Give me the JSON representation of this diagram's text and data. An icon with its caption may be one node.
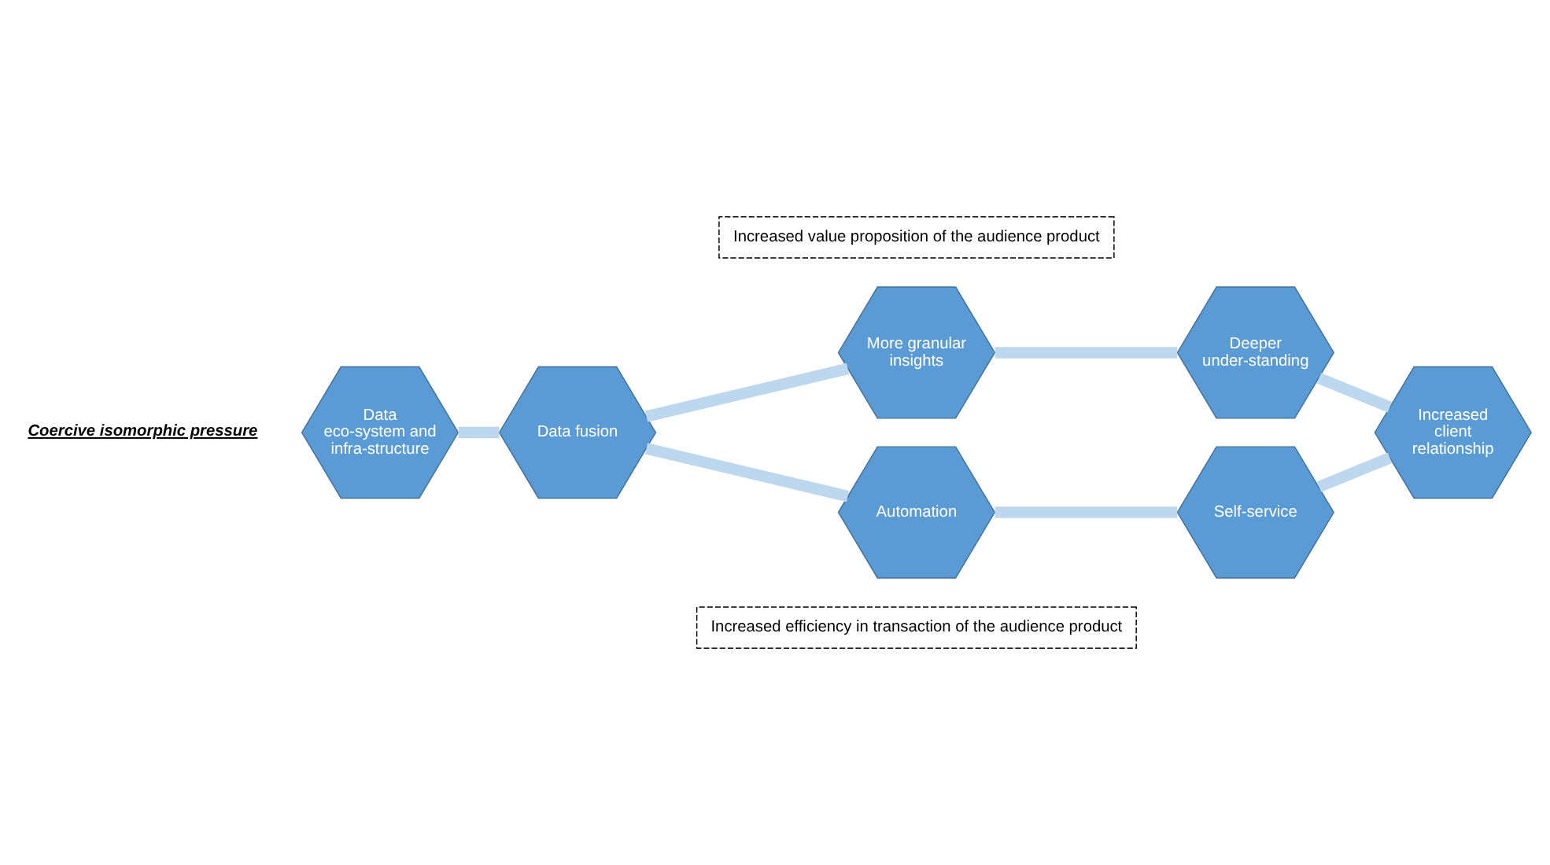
{
  "diagram": {
    "nodes": [
      {
        "text": [
          "Data eco-system and infra-structure"
        ]
      },
      {
        "text": [
          "Data fusion"
        ]
      },
      {
        "text": [
          "More granular insights"
        ]
      },
      {
        "text": [
          "Automation"
        ]
      },
      {
        "text": [
          "Deeper under-standing"
        ]
      },
      {
        "text": [
          "Self-service"
        ]
      },
      {
        "text": [
          "Increased client relationship"
        ]
      },
      {
        "text": [
          "Increased value proposition of the audience product"
        ]
      },
      {
        "text": [
          "Increased efficiency in transaction of the audience product"
        ]
      }
    ],
    "edges": [
      {
        "from": 0,
        "to": 1,
        "arrow": "none"
      },
      {
        "from": 1,
        "to": 2,
        "arrow": "none"
      },
      {
        "from": 1,
        "to": 3,
        "arrow": "none"
      },
      {
        "from": 2,
        "to": 4,
        "arrow": "none"
      },
      {
        "from": 3,
        "to": 5,
        "arrow": "none"
      },
      {
        "from": 4,
        "to": 6,
        "arrow": "none"
      },
      {
        "from": 5,
        "to": 6,
        "arrow": "none"
      }
    ],
    "labels": [
      "Coercive isomorphic pressure"
    ]
  }
}
